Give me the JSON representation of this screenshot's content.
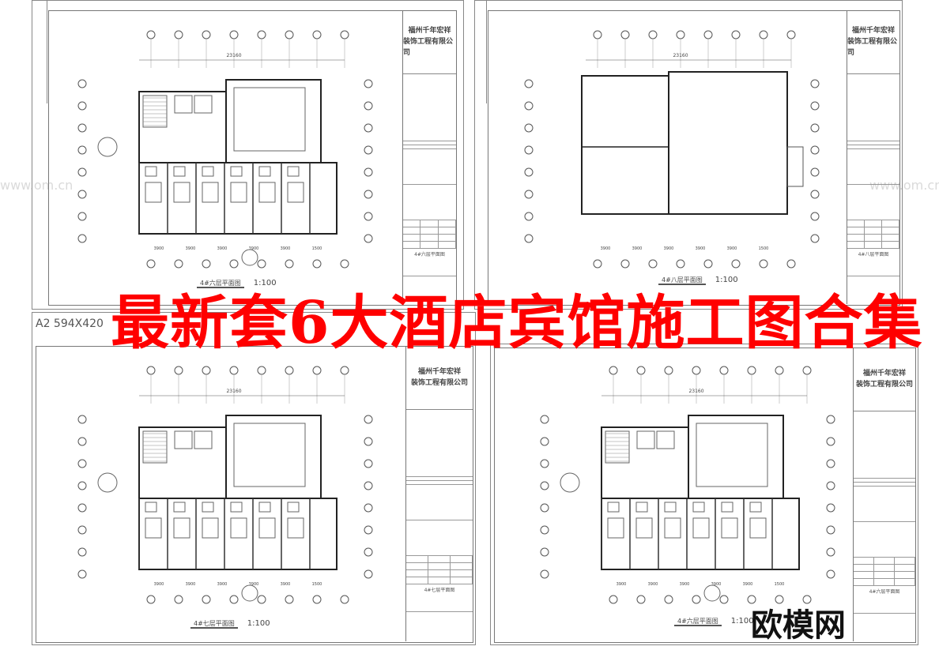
{
  "title": "最新套6大酒店宾馆施工图合集",
  "title_color": "#ff0000",
  "watermark_logo": "欧模网",
  "watermark_url": "www.om.cn",
  "sheet_format_label": "A2 594X420",
  "sheets": [
    {
      "company_line1": "福州千年宏祥",
      "company_line2": "装饰工程有限公司",
      "drawing_name": "4#六层平面图",
      "scale": "1:100",
      "block_name": "4#六层平面图"
    },
    {
      "company_line1": "福州千年宏祥",
      "company_line2": "装饰工程有限公司",
      "drawing_name": "4#八层平面图",
      "scale": "1:100",
      "block_name": "4#八层平面图"
    },
    {
      "company_line1": "福州千年宏祥",
      "company_line2": "装饰工程有限公司",
      "drawing_name": "4#七层平面图",
      "scale": "1:100",
      "block_name": "4#七层平面图"
    },
    {
      "company_line1": "福州千年宏祥",
      "company_line2": "装饰工程有限公司",
      "drawing_name": "4#六层平面图",
      "scale": "1:100",
      "block_name": "4#六层平面图"
    }
  ],
  "dimensions": {
    "total": "23160",
    "spans": [
      "3900",
      "3900",
      "3900",
      "3900",
      "3900",
      "1500"
    ]
  }
}
